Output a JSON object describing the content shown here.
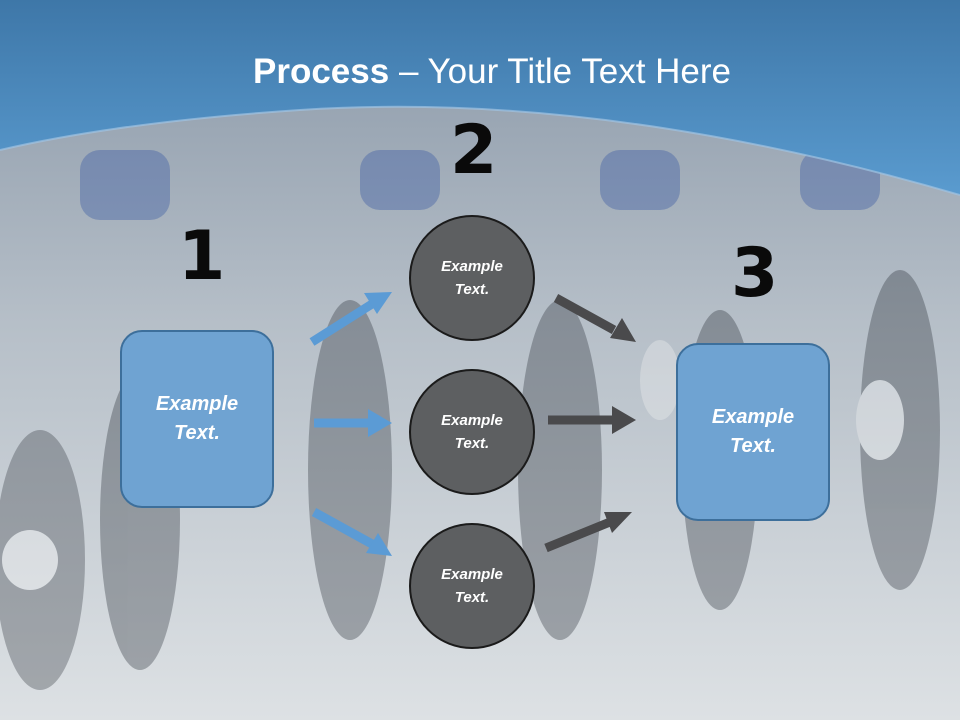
{
  "title": {
    "bold": "Process",
    "rest": " – Your Title Text Here"
  },
  "steps": {
    "one": {
      "number": "1",
      "box_text_line1": "Example",
      "box_text_line2": "Text."
    },
    "two": {
      "number": "2",
      "circles": [
        {
          "line1": "Example",
          "line2": "Text."
        },
        {
          "line1": "Example",
          "line2": "Text."
        },
        {
          "line1": "Example",
          "line2": "Text."
        }
      ]
    },
    "three": {
      "number": "3",
      "box_text_line1": "Example",
      "box_text_line2": "Text."
    }
  },
  "colors": {
    "header_blue": "#4a8cc4",
    "box_fill": "#6fa3d2",
    "box_border": "#3d6f9b",
    "circle_fill": "#5d5f61",
    "blue_arrow": "#5b9bd5",
    "gray_arrow": "#4a4a4c"
  },
  "background_image": "cyclists-racing-photo"
}
